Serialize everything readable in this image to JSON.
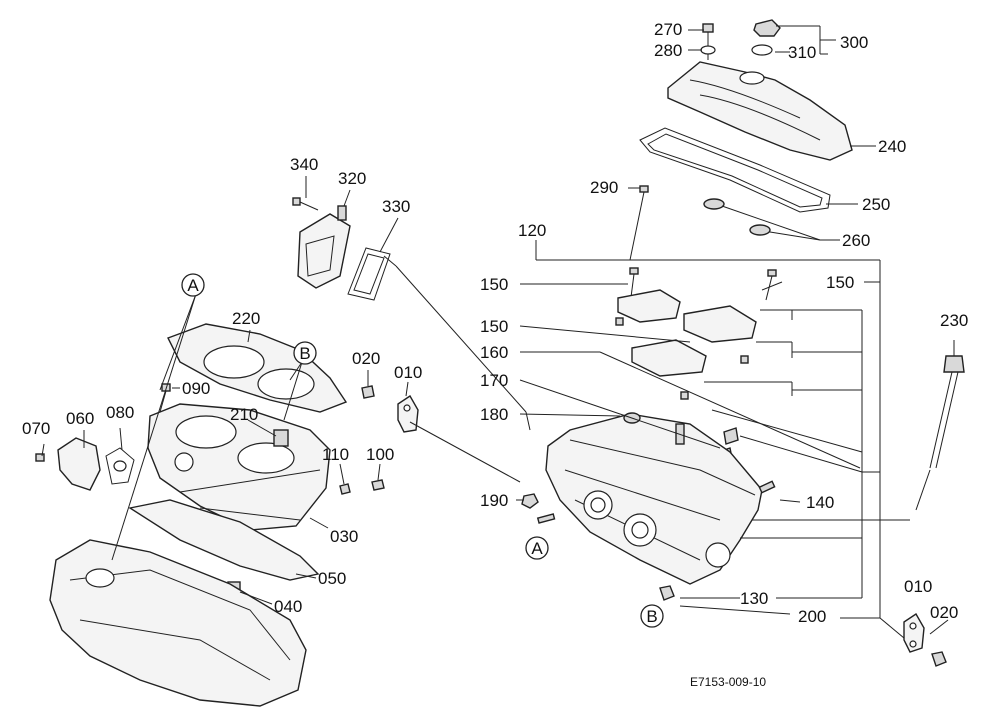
{
  "diagram_code": "E7153-009-10",
  "markers": {
    "A": "A",
    "B": "B"
  },
  "labels": {
    "l270": "270",
    "l280": "280",
    "l300": "300",
    "l310": "310",
    "l240": "240",
    "l250": "250",
    "l260": "260",
    "l290": "290",
    "l120": "120",
    "l150a": "150",
    "l150b": "150",
    "l150c": "150",
    "l160": "160",
    "l170": "170",
    "l180": "180",
    "l190": "190",
    "l140": "140",
    "l130": "130",
    "l200": "200",
    "l230": "230",
    "l010b": "010",
    "l020b": "020",
    "l340": "340",
    "l320": "320",
    "l330": "330",
    "l220": "220",
    "l020a": "020",
    "l010a": "010",
    "l090": "090",
    "l210": "210",
    "l070": "070",
    "l060": "060",
    "l080": "080",
    "l110": "110",
    "l100": "100",
    "l030": "030",
    "l050": "050",
    "l040": "040"
  }
}
